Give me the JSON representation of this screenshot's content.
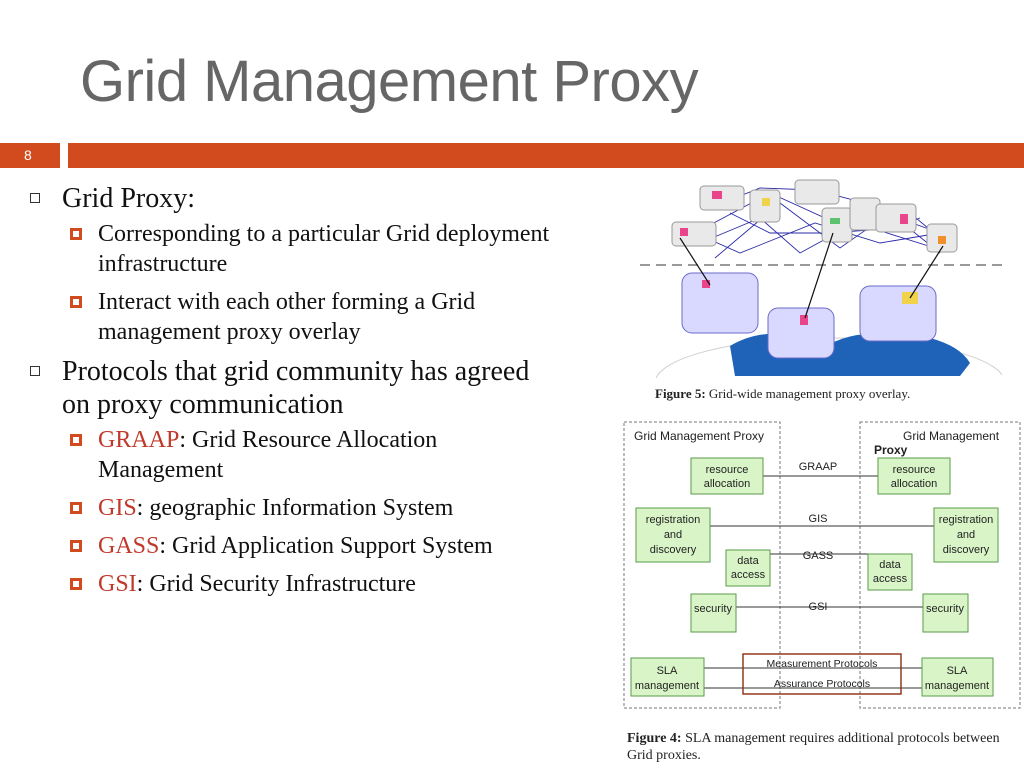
{
  "slide": {
    "title": "Grid Management Proxy",
    "number": "8",
    "accent_color": "#d24b1e",
    "acronym_color": "#c0392b"
  },
  "bullets": [
    {
      "text": "Grid Proxy:",
      "sub": [
        {
          "text": "Corresponding to a particular Grid deployment infrastructure"
        },
        {
          "text": "Interact with each other forming a Grid management proxy overlay"
        }
      ]
    },
    {
      "text": "Protocols that grid community has agreed on proxy communication",
      "sub": [
        {
          "acronym": "GRAAP",
          "rest": ": Grid Resource Allocation Management"
        },
        {
          "acronym": "GIS",
          "rest": ": geographic Information System"
        },
        {
          "acronym": "GASS",
          "rest": ": Grid Application Support System"
        },
        {
          "acronym": "GSI",
          "rest": ": Grid Security Infrastructure"
        }
      ]
    }
  ],
  "figure5": {
    "label": "Figure 5:",
    "caption": " Grid-wide management proxy overlay."
  },
  "figure4": {
    "label": "Figure 4:",
    "caption": " SLA management requires additional protocols between Grid proxies.",
    "left_title": "Grid Management Proxy",
    "right_title_line1": "Grid Management",
    "right_title_line2": "Proxy",
    "resource": [
      "resource",
      "allocation"
    ],
    "registration": [
      "registration",
      "and",
      "discovery"
    ],
    "data": [
      "data",
      "access"
    ],
    "security": "security",
    "sla": [
      "SLA",
      "management"
    ],
    "protocols": {
      "graap": "GRAAP",
      "gis": "GIS",
      "gass": "GASS",
      "gsi": "GSI",
      "measurement": "Measurement Protocols",
      "assurance": "Assurance Protocols"
    }
  }
}
